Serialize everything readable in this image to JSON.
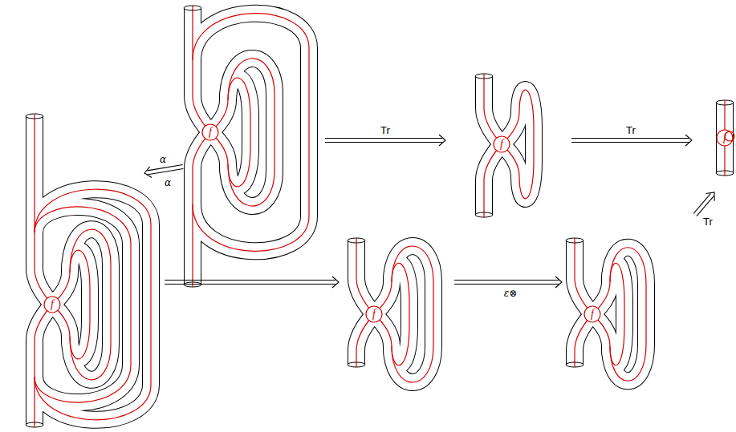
{
  "diagram": {
    "labels": [
      "f",
      "Tr",
      "f",
      "Tr",
      "f",
      "α",
      "α",
      "Tr",
      "f",
      "f",
      "ε⊗",
      "f"
    ]
  }
}
